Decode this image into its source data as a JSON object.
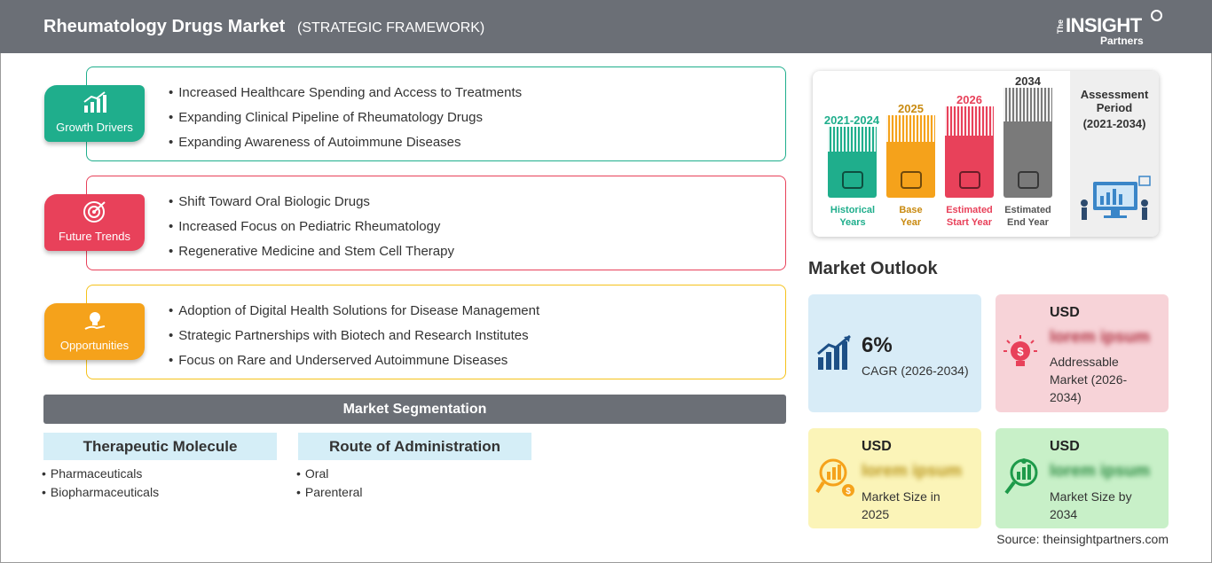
{
  "header": {
    "title": "Rheumatology Drugs Market",
    "subtitle": "(STRATEGIC FRAMEWORK)",
    "logo_the": "The",
    "logo_main": "INSIGHT",
    "logo_sub": "Partners"
  },
  "framework": [
    {
      "label": "Growth Drivers",
      "color": "#1fae8c",
      "items": [
        "Increased Healthcare Spending and Access to Treatments",
        "Expanding Clinical Pipeline of Rheumatology Drugs",
        "Expanding Awareness of Autoimmune Diseases"
      ]
    },
    {
      "label": "Future Trends",
      "color": "#e8415a",
      "items": [
        "Shift Toward Oral Biologic Drugs",
        "Increased Focus on Pediatric Rheumatology",
        "Regenerative Medicine and Stem Cell Therapy"
      ]
    },
    {
      "label": "Opportunities",
      "color": "#f5a21b",
      "items": [
        "Adoption of Digital Health Solutions for Disease Management",
        "Strategic Partnerships with Biotech and Research Institutes",
        "Focus on Rare and Underserved Autoimmune Diseases"
      ]
    }
  ],
  "segmentation": {
    "title": "Market Segmentation",
    "groups": [
      {
        "heading": "Therapeutic Molecule",
        "items": [
          "Pharmaceuticals",
          "Biopharmaceuticals"
        ]
      },
      {
        "heading": "Route of Administration",
        "items": [
          "Oral",
          "Parenteral"
        ]
      }
    ]
  },
  "timeline": {
    "columns": [
      {
        "year": "2021-2024",
        "caption1": "Historical",
        "caption2": "Years",
        "color": "#1fae8c"
      },
      {
        "year": "2025",
        "caption1": "Base",
        "caption2": "Year",
        "color": "#f5a21b"
      },
      {
        "year": "2026",
        "caption1": "Estimated",
        "caption2": "Start Year",
        "color": "#e8415a"
      },
      {
        "year": "2034",
        "caption1": "Estimated",
        "caption2": "End Year",
        "color": "#7a7a7a"
      }
    ],
    "assessment_label": "Assessment Period",
    "assessment_period": "(2021-2034)"
  },
  "outlook": {
    "title": "Market Outlook",
    "cagr_value": "6%",
    "cagr_label": "CAGR (2026-2034)",
    "addressable_usd": "USD",
    "addressable_value": "lorem ipsum",
    "addressable_label": "Addressable Market (2026-2034)",
    "size2025_usd": "USD",
    "size2025_value": "lorem ipsum",
    "size2025_label": "Market Size in 2025",
    "size2034_usd": "USD",
    "size2034_value": "lorem ipsum",
    "size2034_label": "Market Size by 2034"
  },
  "source": "Source: theinsightpartners.com"
}
